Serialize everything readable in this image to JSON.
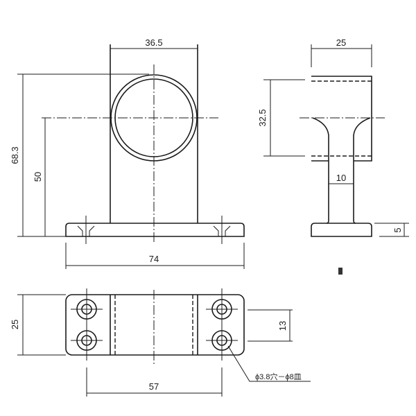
{
  "drawing": {
    "front_view": {
      "width_label": "36.5",
      "height_label": "68.3",
      "center_height_label": "50",
      "base_width_label": "74"
    },
    "side_view": {
      "width_label": "25",
      "height_label": "32.5",
      "stem_label": "10",
      "base_thickness_label": "5"
    },
    "plan_view": {
      "depth_label": "25",
      "hole_pitch_y_label": "13",
      "hole_pitch_x_label": "57",
      "hole_note": "ϕ3.8穴－ϕ8皿"
    },
    "line_color": "#1a1a1a"
  }
}
